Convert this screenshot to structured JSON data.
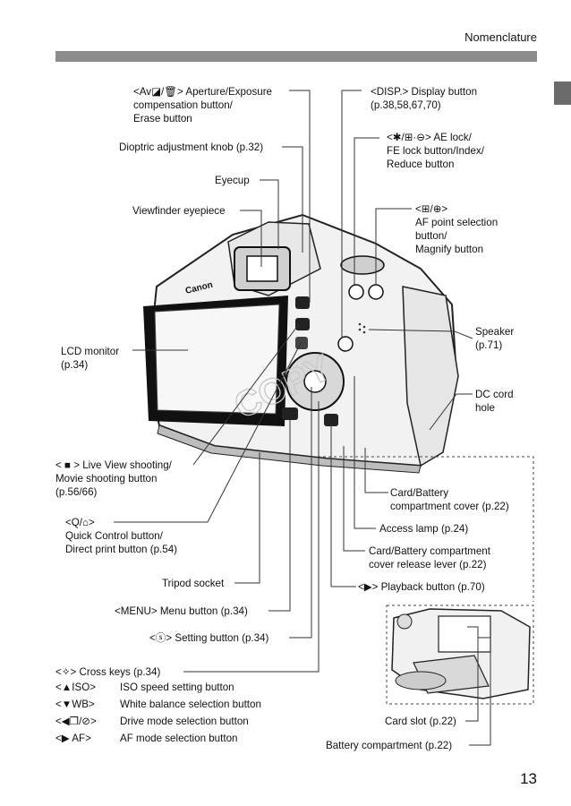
{
  "header": {
    "section_title": "Nomenclature"
  },
  "page_number": "13",
  "labels": {
    "aperture": [
      "<Av◪/🗑> Aperture/Exposure",
      "compensation button/",
      "Erase button"
    ],
    "dioptric": "Dioptric adjustment knob (p.32)",
    "eyecup": "Eyecup",
    "viewfinder": "Viewfinder eyepiece",
    "lcd": [
      "LCD monitor",
      "(p.34)"
    ],
    "live_view": [
      "< ■ > Live View shooting/",
      "Movie shooting button",
      "(p.56/66)"
    ],
    "quick_control": [
      "<Q/⌂>",
      "Quick Control button/",
      "Direct print button (p.54)"
    ],
    "tripod": "Tripod socket",
    "menu": "<MENU> Menu button (p.34)",
    "setting": "<ⓢ> Setting button (p.34)",
    "disp": [
      "<DISP.> Display button",
      "(p.38,58,67,70)"
    ],
    "ae_lock": [
      "<✱/⊞·⊖> AE lock/",
      "FE lock button/Index/",
      "Reduce button"
    ],
    "af_point": [
      "<⊞/⊕>",
      "AF point selection",
      "button/",
      "Magnify button"
    ],
    "speaker": [
      "Speaker",
      "(p.71)"
    ],
    "dc_cord": [
      "DC cord",
      "hole"
    ],
    "card_cover": [
      "Card/Battery",
      "compartment cover (p.22)"
    ],
    "access_lamp": "Access lamp (p.24)",
    "release_lever": [
      "Card/Battery compartment",
      "cover release lever (p.22)"
    ],
    "playback": "<▶> Playback button (p.70)",
    "card_slot": "Card slot (p.22)",
    "battery": "Battery compartment (p.22)",
    "cross_title": "<✧> Cross keys (p.34)",
    "cross_keys": [
      {
        "key": "<▲ISO>",
        "desc": "ISO speed setting button"
      },
      {
        "key": "<▼WB>",
        "desc": "White balance selection button"
      },
      {
        "key": "<◀❐/⊘>",
        "desc": "Drive mode selection button"
      },
      {
        "key": "<▶ AF>",
        "desc": "AF mode selection button"
      }
    ],
    "camera_brand": "Canon",
    "watermark": "COPY"
  }
}
